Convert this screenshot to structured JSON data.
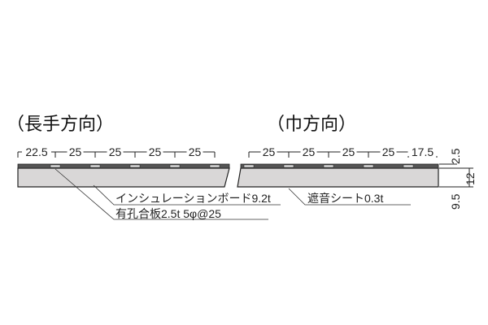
{
  "titles": {
    "long": "（長手方向）",
    "short": "（巾方向）"
  },
  "long_dims": [
    "22.5",
    "25",
    "25",
    "25",
    "25"
  ],
  "short_dims": [
    "25",
    "25",
    "25",
    "25",
    "17.5"
  ],
  "thickness": {
    "top": "2.5",
    "total": "12",
    "bottom": "9.5"
  },
  "labels": {
    "insulation": "インシュレーションボード9.2t",
    "perforated": "有孔合板2.5t 5φ@25",
    "sound": "遮音シート0.3t"
  },
  "colors": {
    "board": "#d9d7d7",
    "plate": "#555555",
    "hole": "#dddddd"
  }
}
